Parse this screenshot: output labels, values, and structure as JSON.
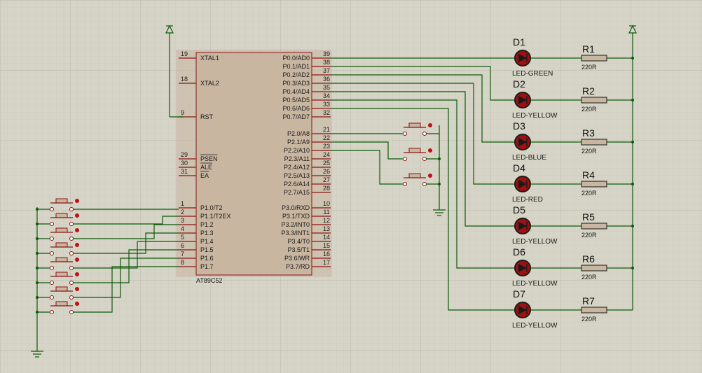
{
  "mcu": {
    "name": "AT89C52",
    "left_pins": [
      {
        "num": "19",
        "label": "XTAL1"
      },
      {
        "num": "18",
        "label": "XTAL2"
      },
      {
        "num": "9",
        "label": "RST"
      },
      {
        "num": "29",
        "label": "PSEN"
      },
      {
        "num": "30",
        "label": "ALE"
      },
      {
        "num": "31",
        "label": "EA"
      },
      {
        "num": "1",
        "label": "P1.0/T2"
      },
      {
        "num": "2",
        "label": "P1.1/T2EX"
      },
      {
        "num": "3",
        "label": "P1.2"
      },
      {
        "num": "4",
        "label": "P1.3"
      },
      {
        "num": "5",
        "label": "P1.4"
      },
      {
        "num": "6",
        "label": "P1.5"
      },
      {
        "num": "7",
        "label": "P1.6"
      },
      {
        "num": "8",
        "label": "P1.7"
      }
    ],
    "right_pins": [
      {
        "num": "39",
        "label": "P0.0/AD0"
      },
      {
        "num": "38",
        "label": "P0.1/AD1"
      },
      {
        "num": "37",
        "label": "P0.2/AD2"
      },
      {
        "num": "36",
        "label": "P0.3/AD3"
      },
      {
        "num": "35",
        "label": "P0.4/AD4"
      },
      {
        "num": "34",
        "label": "P0.5/AD5"
      },
      {
        "num": "33",
        "label": "P0.6/AD6"
      },
      {
        "num": "32",
        "label": "P0.7/AD7"
      },
      {
        "num": "21",
        "label": "P2.0/A8"
      },
      {
        "num": "22",
        "label": "P2.1/A9"
      },
      {
        "num": "23",
        "label": "P2.2/A10"
      },
      {
        "num": "24",
        "label": "P2.3/A11"
      },
      {
        "num": "25",
        "label": "P2.4/A12"
      },
      {
        "num": "26",
        "label": "P2.5/A13"
      },
      {
        "num": "27",
        "label": "P2.6/A14"
      },
      {
        "num": "28",
        "label": "P2.7/A15"
      },
      {
        "num": "10",
        "label": "P3.0/RXD"
      },
      {
        "num": "11",
        "label": "P3.1/TXD"
      },
      {
        "num": "12",
        "label": "P3.2/INT0"
      },
      {
        "num": "13",
        "label": "P3.3/INT1"
      },
      {
        "num": "14",
        "label": "P3.4/T0"
      },
      {
        "num": "15",
        "label": "P3.5/T1"
      },
      {
        "num": "16",
        "label": "P3.6/WR"
      },
      {
        "num": "17",
        "label": "P3.7/RD"
      }
    ]
  },
  "leds": [
    {
      "ref": "D1",
      "type": "LED-GREEN"
    },
    {
      "ref": "D2",
      "type": "LED-YELLOW"
    },
    {
      "ref": "D3",
      "type": "LED-BLUE"
    },
    {
      "ref": "D4",
      "type": "LED-RED"
    },
    {
      "ref": "D5",
      "type": "LED-YELLOW"
    },
    {
      "ref": "D6",
      "type": "LED-YELLOW"
    },
    {
      "ref": "D7",
      "type": "LED-YELLOW"
    }
  ],
  "resistors": [
    {
      "ref": "R1",
      "value": "220R"
    },
    {
      "ref": "R2",
      "value": "220R"
    },
    {
      "ref": "R3",
      "value": "220R"
    },
    {
      "ref": "R4",
      "value": "220R"
    },
    {
      "ref": "R5",
      "value": "220R"
    },
    {
      "ref": "R6",
      "value": "220R"
    },
    {
      "ref": "R7",
      "value": "220R"
    }
  ],
  "colors": {
    "background": "#d6d4c6",
    "grid": "#c4c2b4",
    "chip_fill": "#c8b6a0",
    "chip_border": "#8a1414",
    "wire": "#0a5a0a",
    "led_fill": "#a01010",
    "led_body": "#1a1a1a",
    "junction": "#0a5a0a",
    "button_dot": "#c01010"
  },
  "icons": {
    "power": "power-arrow-icon",
    "ground": "ground-icon",
    "led": "led-icon",
    "resistor": "resistor-icon",
    "button": "push-button-icon"
  }
}
